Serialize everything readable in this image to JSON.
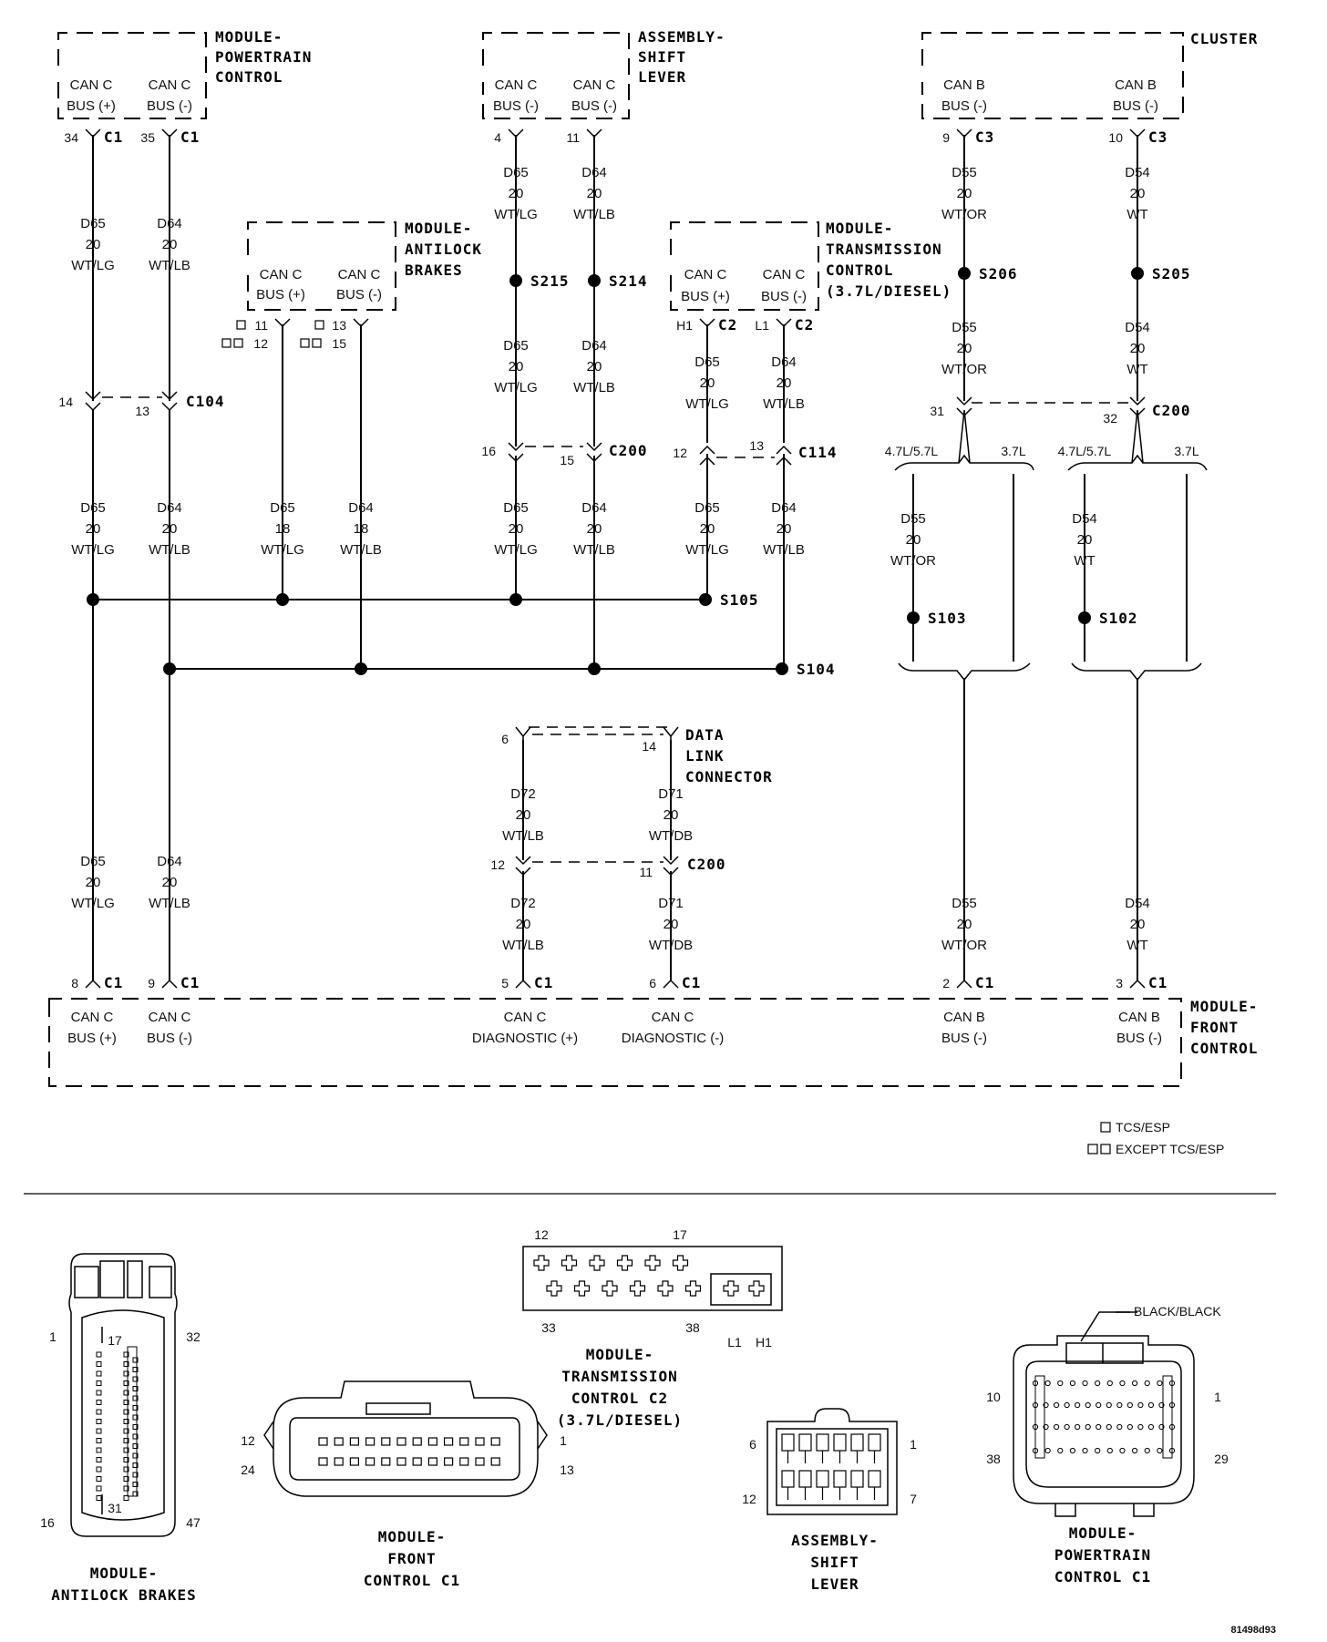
{
  "modules": {
    "pcm": {
      "title": [
        "MODULE-",
        "POWERTRAIN",
        "CONTROL"
      ],
      "pins": [
        {
          "t1": "CAN C",
          "t2": "BUS (+)"
        },
        {
          "t1": "CAN C",
          "t2": "BUS (-)"
        }
      ]
    },
    "shift": {
      "title": [
        "ASSEMBLY-",
        "SHIFT",
        "LEVER"
      ],
      "pins": [
        {
          "t1": "CAN C",
          "t2": "BUS (-)"
        },
        {
          "t1": "CAN C",
          "t2": "BUS (-)"
        }
      ]
    },
    "cluster": {
      "title": [
        "CLUSTER"
      ],
      "pins": [
        {
          "t1": "CAN B",
          "t2": "BUS (-)"
        },
        {
          "t1": "CAN B",
          "t2": "BUS (-)"
        }
      ]
    },
    "abs": {
      "title": [
        "MODULE-",
        "ANTILOCK",
        "BRAKES"
      ],
      "pins": [
        {
          "t1": "CAN C",
          "t2": "BUS (+)"
        },
        {
          "t1": "CAN C",
          "t2": "BUS (-)"
        }
      ]
    },
    "tcm": {
      "title": [
        "MODULE-",
        "TRANSMISSION",
        "CONTROL",
        "(3.7L/DIESEL)"
      ],
      "pins": [
        {
          "t1": "CAN C",
          "t2": "BUS (+)"
        },
        {
          "t1": "CAN C",
          "t2": "BUS (-)"
        }
      ]
    },
    "dlc": {
      "title": [
        "DATA",
        "LINK",
        "CONNECTOR"
      ]
    },
    "fcm": {
      "title": [
        "MODULE-",
        "FRONT",
        "CONTROL"
      ],
      "pins": [
        {
          "t1": "CAN C",
          "t2": "BUS (+)"
        },
        {
          "t1": "CAN C",
          "t2": "BUS (-)"
        },
        {
          "t1": "CAN C",
          "t2": "DIAGNOSTIC (+)"
        },
        {
          "t1": "CAN C",
          "t2": "DIAGNOSTIC (-)"
        },
        {
          "t1": "CAN B",
          "t2": "BUS (-)"
        },
        {
          "t1": "CAN B",
          "t2": "BUS (-)"
        }
      ]
    }
  },
  "pinrefs": {
    "pcm1": {
      "num": "34",
      "conn": "C1"
    },
    "pcm2": {
      "num": "35",
      "conn": "C1"
    },
    "sh1": {
      "num": "4"
    },
    "sh2": {
      "num": "11"
    },
    "cl1": {
      "num": "9",
      "conn": "C3"
    },
    "cl2": {
      "num": "10",
      "conn": "C3"
    },
    "abs1a": "11",
    "abs1b": "12",
    "abs2a": "13",
    "abs2b": "15",
    "tcm1": {
      "num": "H1",
      "conn": "C2"
    },
    "tcm2": {
      "num": "L1",
      "conn": "C2"
    },
    "c104": {
      "n1": "14",
      "n2": "13",
      "conn": "C104"
    },
    "c200a": {
      "n1": "16",
      "n2": "15",
      "conn": "C200"
    },
    "c114": {
      "n1": "12",
      "n2": "13",
      "conn": "C114"
    },
    "c200b": {
      "n1": "31",
      "n2": "32",
      "conn": "C200"
    },
    "c200c": {
      "n1": "12",
      "n2": "11",
      "conn": "C200"
    },
    "dlc1": "6",
    "dlc2": "14",
    "fcm1": {
      "num": "8",
      "conn": "C1"
    },
    "fcm2": {
      "num": "9",
      "conn": "C1"
    },
    "fcm3": {
      "num": "5",
      "conn": "C1"
    },
    "fcm4": {
      "num": "6",
      "conn": "C1"
    },
    "fcm5": {
      "num": "2",
      "conn": "C1"
    },
    "fcm6": {
      "num": "3",
      "conn": "C1"
    }
  },
  "wires": {
    "d65": {
      "c": "D65",
      "g": "20",
      "col": "WT/LG"
    },
    "d64": {
      "c": "D64",
      "g": "20",
      "col": "WT/LB"
    },
    "d65_18": {
      "c": "D65",
      "g": "18",
      "col": "WT/LG"
    },
    "d64_18": {
      "c": "D64",
      "g": "18",
      "col": "WT/LB"
    },
    "d55": {
      "c": "D55",
      "g": "20",
      "col": "WT/OR"
    },
    "d54": {
      "c": "D54",
      "g": "20",
      "col": "WT"
    },
    "d72": {
      "c": "D72",
      "g": "20",
      "col": "WT/LB"
    },
    "d71": {
      "c": "D71",
      "g": "20",
      "col": "WT/DB"
    }
  },
  "splices": {
    "s215": "S215",
    "s214": "S214",
    "s206": "S206",
    "s205": "S205",
    "s105": "S105",
    "s104": "S104",
    "s103": "S103",
    "s102": "S102"
  },
  "engine": {
    "a": "4.7L/5.7L",
    "b": "3.7L"
  },
  "legend": {
    "tcs": "TCS/ESP",
    "except": "EXCEPT TCS/ESP"
  },
  "connectors": {
    "abs": {
      "title": [
        "MODULE-",
        "ANTILOCK BRAKES"
      ],
      "pins": {
        "tl": "1",
        "tm": "17",
        "tr": "32",
        "bl": "16",
        "bm": "31",
        "br": "47"
      }
    },
    "fcm": {
      "title": [
        "MODULE-",
        "FRONT",
        "CONTROL C1"
      ],
      "pins": {
        "tl": "12",
        "bl": "24",
        "tr": "1",
        "br": "13"
      }
    },
    "tcm": {
      "title": [
        "MODULE-",
        "TRANSMISSION",
        "CONTROL C2",
        "(3.7L/DIESEL)"
      ],
      "pins": {
        "tl": "12",
        "tr": "17",
        "bl": "33",
        "bm": "38",
        "l1": "L1",
        "h1": "H1"
      }
    },
    "shift": {
      "title": [
        "ASSEMBLY-",
        "SHIFT",
        "LEVER"
      ],
      "pins": {
        "tl": "6",
        "tr": "1",
        "bl": "12",
        "br": "7"
      }
    },
    "pcm": {
      "title": [
        "MODULE-",
        "POWERTRAIN",
        "CONTROL C1"
      ],
      "callout": "BLACK/BLACK",
      "pins": {
        "tl": "10",
        "tr": "1",
        "bl": "38",
        "br": "29"
      }
    }
  },
  "figure_id": "81498d93"
}
